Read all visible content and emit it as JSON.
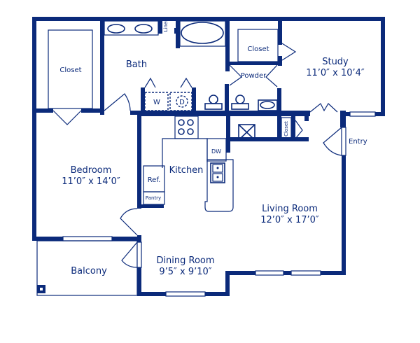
{
  "floor_plan": {
    "colors": {
      "wall": "#0b2a7a",
      "background": "#ffffff"
    },
    "rooms": {
      "closet_master": {
        "label": "Closet"
      },
      "bath": {
        "label": "Bath"
      },
      "linen": {
        "label": "Linen"
      },
      "closet_top": {
        "label": "Closet"
      },
      "powder": {
        "label": "Powder"
      },
      "study": {
        "label": "Study",
        "dimensions": "11’0″ x 10’4″"
      },
      "closet_entry": {
        "label": "Closet"
      },
      "entry": {
        "label": "Entry"
      },
      "bedroom": {
        "label": "Bedroom",
        "dimensions": "11’0″ x 14’0″"
      },
      "kitchen": {
        "label": "Kitchen"
      },
      "dishwasher": {
        "label": "DW"
      },
      "refrigerator": {
        "label": "Ref."
      },
      "pantry": {
        "label": "Pantry"
      },
      "living_room": {
        "label": "Living Room",
        "dimensions": "12’0″ x 17’0″"
      },
      "dining_room": {
        "label": "Dining Room",
        "dimensions": "9’5″ x 9’10″"
      },
      "balcony": {
        "label": "Balcony"
      }
    },
    "appliances": {
      "washer": {
        "label": "W"
      },
      "dryer": {
        "label": "D"
      }
    }
  }
}
